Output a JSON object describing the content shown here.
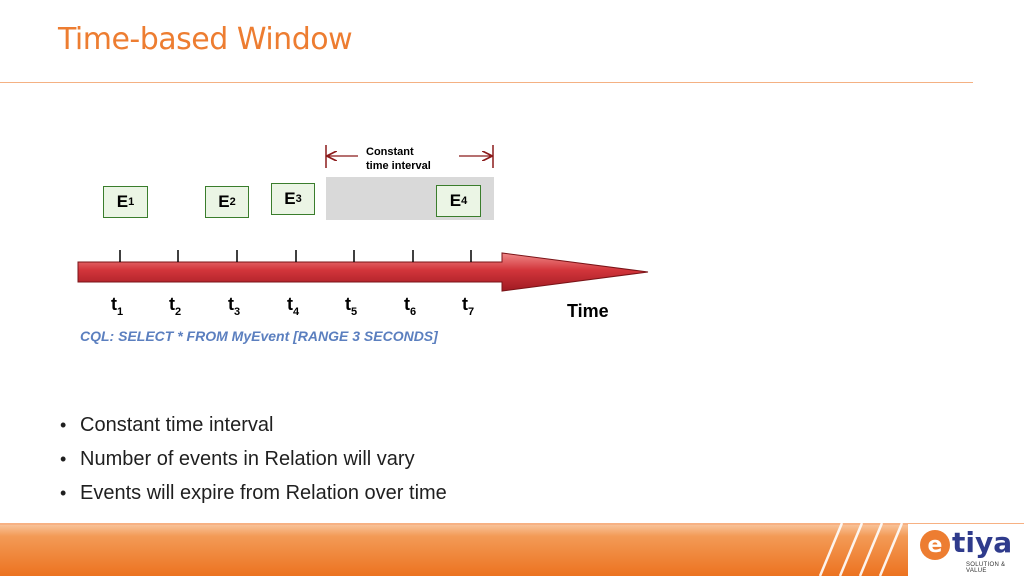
{
  "slide": {
    "title": "Time-based Window"
  },
  "diagram": {
    "interval_label_line1": "Constant",
    "interval_label_line2": "time interval",
    "events": [
      {
        "base": "E",
        "sub": "1"
      },
      {
        "base": "E",
        "sub": "2"
      },
      {
        "base": "E",
        "sub": "3"
      },
      {
        "base": "E",
        "sub": "4"
      }
    ],
    "ticks": [
      {
        "base": "t",
        "sub": "1"
      },
      {
        "base": "t",
        "sub": "2"
      },
      {
        "base": "t",
        "sub": "3"
      },
      {
        "base": "t",
        "sub": "4"
      },
      {
        "base": "t",
        "sub": "5"
      },
      {
        "base": "t",
        "sub": "6"
      },
      {
        "base": "t",
        "sub": "7"
      }
    ],
    "axis_label": "Time",
    "query": "CQL: SELECT * FROM MyEvent [RANGE 3 SECONDS]"
  },
  "bullets": [
    "Constant time interval",
    "Number of events in Relation will vary",
    "Events will expire from Relation over time"
  ],
  "logo": {
    "letter": "e",
    "name": "tiya",
    "tagline": "SOLUTION & VALUE"
  },
  "colors": {
    "title": "#ed7d31",
    "arrow": "#c0282f",
    "event_border": "#3a7d2c",
    "query": "#5b7fbf",
    "footer_orange": "#f07b23"
  }
}
